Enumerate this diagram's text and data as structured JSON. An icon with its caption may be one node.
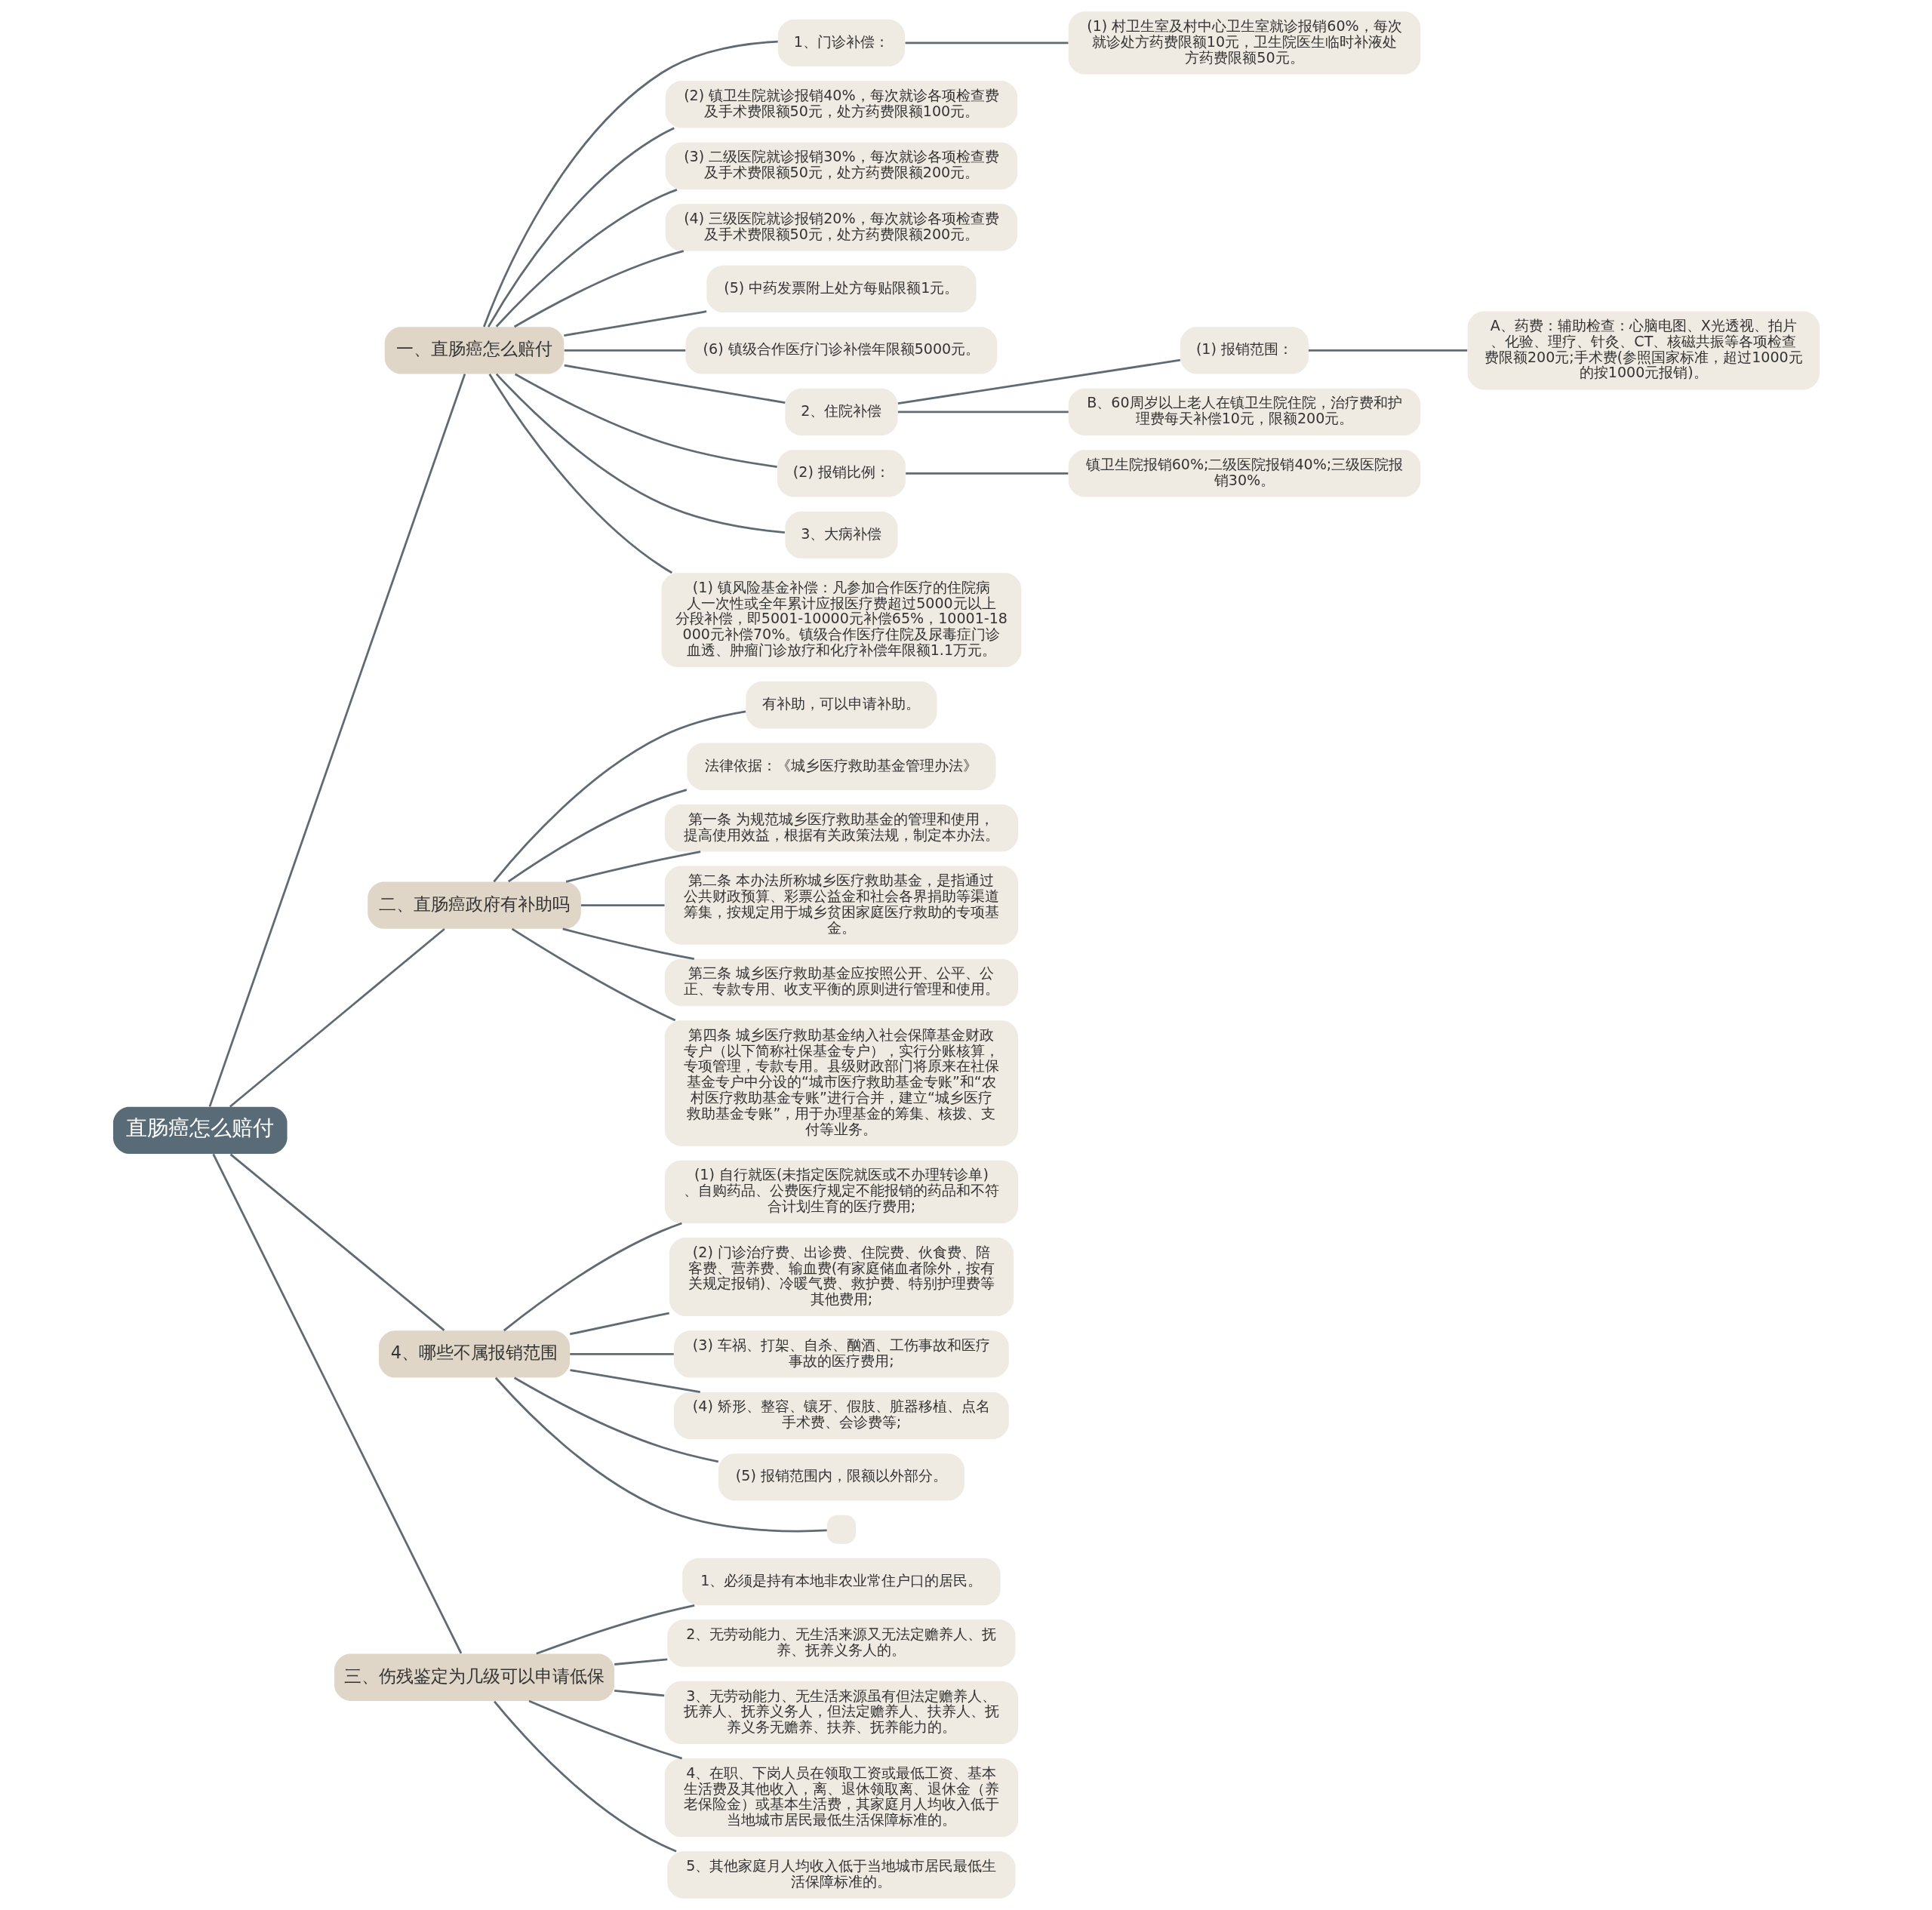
{
  "diagram": {
    "nodes": [
      {
        "text": [
          "直肠癌怎么赔付"
        ]
      },
      {
        "text": [
          "一、直肠癌怎么赔付"
        ]
      },
      {
        "text": [
          "1、门诊补偿："
        ]
      },
      {
        "text": [
          "(1) 村卫生室及村中心卫生室就诊报销60%，每次就诊处方药费限额10元，卫生院医生临时补液处方药费限额50元。"
        ]
      },
      {
        "text": [
          "(2) 镇卫生院就诊报销40%，每次就诊各项检查费及手术费限额50元，处方药费限额100元。"
        ]
      },
      {
        "text": [
          "(3) 二级医院就诊报销30%，每次就诊各项检查费及手术费限额50元，处方药费限额200元。"
        ]
      },
      {
        "text": [
          "(4) 三级医院就诊报销20%，每次就诊各项检查费及手术费限额50元，处方药费限额200元。"
        ]
      },
      {
        "text": [
          "(5) 中药发票附上处方每贴限额1元。"
        ]
      },
      {
        "text": [
          "(6) 镇级合作医疗门诊补偿年限额5000元。"
        ]
      },
      {
        "text": [
          "2、住院补偿"
        ]
      },
      {
        "text": [
          "(1) 报销范围："
        ]
      },
      {
        "text": [
          "A、药费：辅助检查：心脑电图、X光透视、拍片、化验、理疗、针灸、CT、核磁共振等各项检查费限额200元;手术费(参照国家标准，超过1000元的按1000元报销)。"
        ]
      },
      {
        "text": [
          "B、60周岁以上老人在镇卫生院住院，治疗费和护理费每天补偿10元，限额200元。"
        ]
      },
      {
        "text": [
          "(2) 报销比例："
        ]
      },
      {
        "text": [
          "镇卫生院报销60%;二级医院报销40%;三级医院报销30%。"
        ]
      },
      {
        "text": [
          "3、大病补偿"
        ]
      },
      {
        "text": [
          "(1) 镇风险基金补偿：凡参加合作医疗的住院病人一次性或全年累计应报医疗费超过5000元以上分段补偿，即5001-10000元补偿65%，10001-18000元补偿70%。镇级合作医疗住院及尿毒症门诊血透、肿瘤门诊放疗和化疗补偿年限额1.1万元。"
        ]
      },
      {
        "text": [
          "二、直肠癌政府有补助吗"
        ]
      },
      {
        "text": [
          "有补助，可以申请补助。"
        ]
      },
      {
        "text": [
          "法律依据：《城乡医疗救助基金管理办法》"
        ]
      },
      {
        "text": [
          "第一条 为规范城乡医疗救助基金的管理和使用，提高使用效益，根据有关政策法规，制定本办法。"
        ]
      },
      {
        "text": [
          "第二条 本办法所称城乡医疗救助基金，是指通过公共财政预算、彩票公益金和社会各界捐助等渠道筹集，按规定用于城乡贫困家庭医疗救助的专项基金。"
        ]
      },
      {
        "text": [
          "第三条 城乡医疗救助基金应按照公开、公平、公正、专款专用、收支平衡的原则进行管理和使用。"
        ]
      },
      {
        "text": [
          "第四条 城乡医疗救助基金纳入社会保障基金财政专户（以下简称社保基金专户），实行分账核算，专项管理，专款专用。县级财政部门将原来在社保基金专户中分设的“城市医疗救助基金专账”和“农村医疗救助基金专账”进行合并，建立“城乡医疗救助基金专账”，用于办理基金的筹集、核拨、支付等业务。"
        ]
      },
      {
        "text": [
          "4、哪些不属报销范围"
        ]
      },
      {
        "text": [
          "(1) 自行就医(未指定医院就医或不办理转诊单)、自购药品、公费医疗规定不能报销的药品和不符合计划生育的医疗费用;"
        ]
      },
      {
        "text": [
          "(2) 门诊治疗费、出诊费、住院费、伙食费、陪客费、营养费、输血费(有家庭储血者除外，按有关规定报销)、冷暖气费、救护费、特别护理费等其他费用;"
        ]
      },
      {
        "text": [
          "(3) 车祸、打架、自杀、酗酒、工伤事故和医疗事故的医疗费用;"
        ]
      },
      {
        "text": [
          "(4) 矫形、整容、镶牙、假肢、脏器移植、点名手术费、会诊费等;"
        ]
      },
      {
        "text": [
          "(5) 报销范围内，限额以外部分。"
        ]
      },
      {
        "text": [],
        "shape": "box"
      },
      {
        "text": [
          "三、伤残鉴定为几级可以申请低保"
        ]
      },
      {
        "text": [
          "1、必须是持有本地非农业常住户口的居民。"
        ]
      },
      {
        "text": [
          "2、无劳动能力、无生活来源又无法定赡养人、抚养、抚养义务人的。"
        ]
      },
      {
        "text": [
          "3、无劳动能力、无生活来源虽有但法定赡养人、抚养人、抚养义务人，但法定赡养人、扶养人、抚养义务无赡养、扶养、抚养能力的。"
        ]
      },
      {
        "text": [
          "4、在职、下岗人员在领取工资或最低工资、基本生活费及其他收入，离、退休领取离、退休金（养老保险金）或基本生活费，其家庭月人均收入低于当地城市居民最低生活保障标准的。"
        ]
      },
      {
        "text": [
          "5、其他家庭月人均收入低于当地城市居民最低生活保障标准的。"
        ]
      }
    ],
    "edges": [
      {
        "from": 0,
        "to": 1,
        "arrow": "none"
      },
      {
        "from": 1,
        "to": 2,
        "arrow": "none"
      },
      {
        "from": 2,
        "to": 3,
        "arrow": "none"
      },
      {
        "from": 1,
        "to": 4,
        "arrow": "none"
      },
      {
        "from": 1,
        "to": 5,
        "arrow": "none"
      },
      {
        "from": 1,
        "to": 6,
        "arrow": "none"
      },
      {
        "from": 1,
        "to": 7,
        "arrow": "none"
      },
      {
        "from": 1,
        "to": 8,
        "arrow": "none"
      },
      {
        "from": 1,
        "to": 9,
        "arrow": "none"
      },
      {
        "from": 9,
        "to": 10,
        "arrow": "none"
      },
      {
        "from": 10,
        "to": 11,
        "arrow": "none"
      },
      {
        "from": 9,
        "to": 12,
        "arrow": "none"
      },
      {
        "from": 1,
        "to": 13,
        "arrow": "none"
      },
      {
        "from": 13,
        "to": 14,
        "arrow": "none"
      },
      {
        "from": 1,
        "to": 15,
        "arrow": "none"
      },
      {
        "from": 1,
        "to": 16,
        "arrow": "none"
      },
      {
        "from": 0,
        "to": 17,
        "arrow": "none"
      },
      {
        "from": 17,
        "to": 18,
        "arrow": "none"
      },
      {
        "from": 17,
        "to": 19,
        "arrow": "none"
      },
      {
        "from": 17,
        "to": 20,
        "arrow": "none"
      },
      {
        "from": 17,
        "to": 21,
        "arrow": "none"
      },
      {
        "from": 17,
        "to": 22,
        "arrow": "none"
      },
      {
        "from": 17,
        "to": 23,
        "arrow": "none"
      },
      {
        "from": 0,
        "to": 24,
        "arrow": "none"
      },
      {
        "from": 24,
        "to": 25,
        "arrow": "none"
      },
      {
        "from": 24,
        "to": 26,
        "arrow": "none"
      },
      {
        "from": 24,
        "to": 27,
        "arrow": "none"
      },
      {
        "from": 24,
        "to": 28,
        "arrow": "none"
      },
      {
        "from": 24,
        "to": 29,
        "arrow": "none"
      },
      {
        "from": 24,
        "to": 30,
        "arrow": "none"
      },
      {
        "from": 0,
        "to": 31,
        "arrow": "none"
      },
      {
        "from": 31,
        "to": 32,
        "arrow": "none"
      },
      {
        "from": 31,
        "to": 33,
        "arrow": "none"
      },
      {
        "from": 31,
        "to": 34,
        "arrow": "none"
      },
      {
        "from": 31,
        "to": 35,
        "arrow": "none"
      },
      {
        "from": 31,
        "to": 36,
        "arrow": "none"
      }
    ]
  }
}
